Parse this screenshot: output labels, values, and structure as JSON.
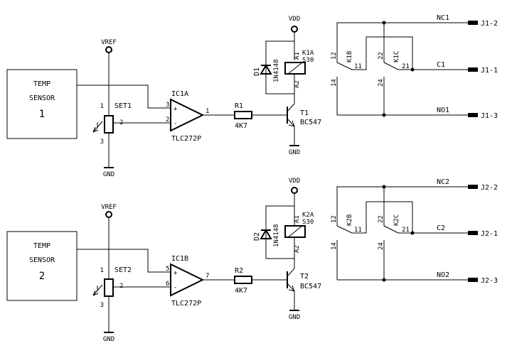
{
  "channels": [
    {
      "sensor": {
        "line1": "TEMP",
        "line2": "SENSOR",
        "number": "1"
      },
      "vref": "VREF",
      "gnd_pot": "GND",
      "pot": {
        "name": "SET1",
        "pin1": "1",
        "pin2": "2",
        "pin3": "3"
      },
      "opamp": {
        "name": "IC1A",
        "part": "TLC272P",
        "plus_pin": "3",
        "minus_pin": "2",
        "out_pin": "1",
        "plus_sign": "+",
        "minus_sign": "-"
      },
      "resistor": {
        "name": "R1",
        "value": "4K7"
      },
      "transistor": {
        "name": "T1",
        "part": "BC547"
      },
      "gnd_t": "GND",
      "vdd": "VDD",
      "diode": {
        "name": "D1",
        "part": "1N4148"
      },
      "coil": {
        "name": "K1A",
        "part": "S30",
        "pin_a": "A1",
        "pin_b": "A2"
      },
      "switch_b": {
        "name": "K1B",
        "p12": "12",
        "p11": "11",
        "p14": "14"
      },
      "switch_c": {
        "name": "K1C",
        "p22": "22",
        "p21": "21",
        "p24": "24"
      },
      "nets": {
        "nc": "NC1",
        "c": "C1",
        "no": "NO1"
      },
      "connectors": {
        "nc": "J1-2",
        "c": "J1-1",
        "no": "J1-3"
      }
    },
    {
      "sensor": {
        "line1": "TEMP",
        "line2": "SENSOR",
        "number": "2"
      },
      "vref": "VREF",
      "gnd_pot": "GND",
      "pot": {
        "name": "SET2",
        "pin1": "1",
        "pin2": "2",
        "pin3": "3"
      },
      "opamp": {
        "name": "IC1B",
        "part": "TLC272P",
        "plus_pin": "5",
        "minus_pin": "6",
        "out_pin": "7",
        "plus_sign": "+",
        "minus_sign": "-"
      },
      "resistor": {
        "name": "R2",
        "value": "4K7"
      },
      "transistor": {
        "name": "T2",
        "part": "BC547"
      },
      "gnd_t": "GND",
      "vdd": "VDD",
      "diode": {
        "name": "D2",
        "part": "1N4148"
      },
      "coil": {
        "name": "K2A",
        "part": "S30",
        "pin_a": "A1",
        "pin_b": "A2"
      },
      "switch_b": {
        "name": "K2B",
        "p12": "12",
        "p11": "11",
        "p14": "14"
      },
      "switch_c": {
        "name": "K2C",
        "p22": "22",
        "p21": "21",
        "p24": "24"
      },
      "nets": {
        "nc": "NC2",
        "c": "C2",
        "no": "NO2"
      },
      "connectors": {
        "nc": "J2-2",
        "c": "J2-1",
        "no": "J2-3"
      }
    }
  ]
}
